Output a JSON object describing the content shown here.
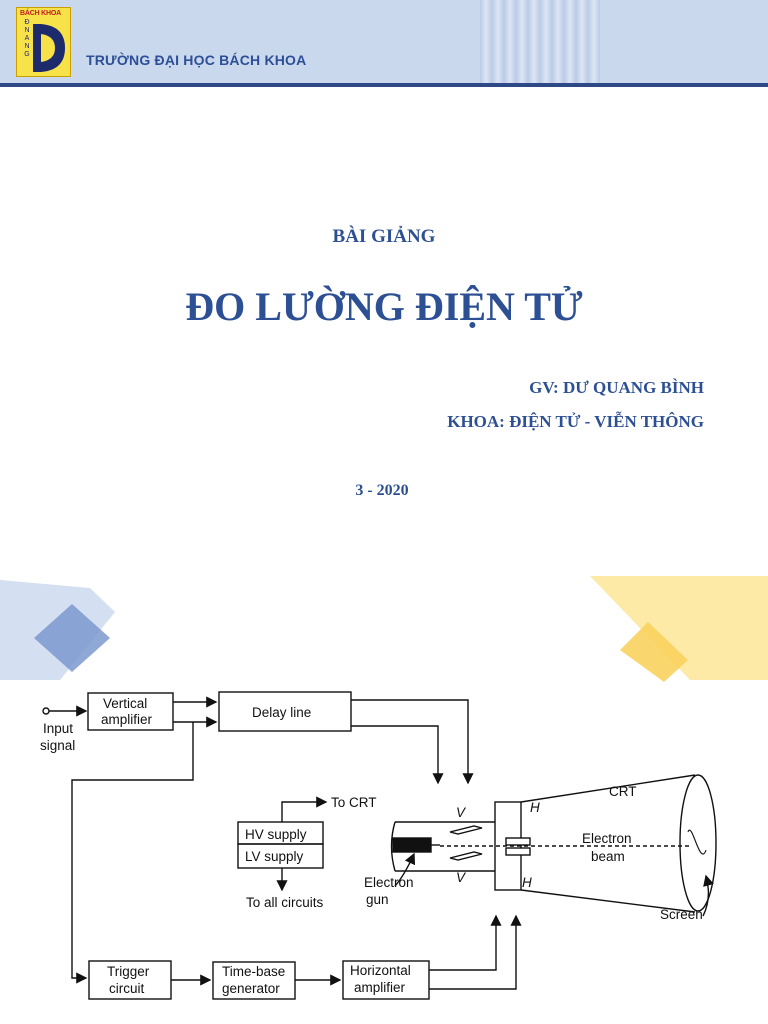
{
  "header": {
    "logo_top_text": "BÁCH KHOA",
    "logo_side_letters": [
      "Đ",
      "N",
      "A",
      "N",
      "G"
    ],
    "school_name": "TRƯỜNG ĐẠI HỌC BÁCH KHOA",
    "colors": {
      "band": "#cad8ee",
      "rule": "#2e4a86",
      "text": "#2c4f96",
      "logo": "#f7e24a"
    }
  },
  "cover": {
    "subtitle": "BÀI GIẢNG",
    "title": "ĐO LƯỜNG ĐIỆN TỬ",
    "lecturer": "GV: DƯ QUANG BÌNH",
    "faculty": "KHOA: ĐIỆN TỬ - VIỄN THÔNG",
    "date": "3 - 2020",
    "color": "#2d4f93"
  },
  "diagram": {
    "input_label_1": "Input",
    "input_label_2": "signal",
    "vertical_amp_1": "Vertical",
    "vertical_amp_2": "amplifier",
    "delay_line": "Delay line",
    "to_crt": "To CRT",
    "hv_supply": "HV supply",
    "lv_supply": "LV supply",
    "to_all_circuits": "To all circuits",
    "v_top": "V",
    "v_bottom": "V",
    "h_top": "H",
    "h_bottom": "H",
    "electron_gun_1": "Electron",
    "electron_gun_2": "gun",
    "crt": "CRT",
    "electron_beam_1": "Electron",
    "electron_beam_2": "beam",
    "screen": "Screen",
    "trigger_1": "Trigger",
    "trigger_2": "circuit",
    "timebase_1": "Time-base",
    "timebase_2": "generator",
    "horizontal_1": "Horizontal",
    "horizontal_2": "amplifier"
  }
}
